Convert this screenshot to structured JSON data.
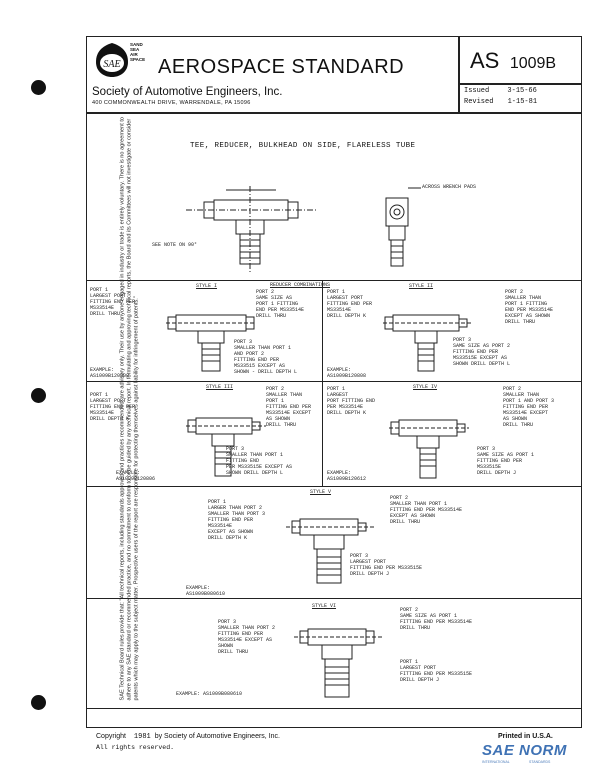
{
  "header": {
    "logo_text": [
      "SAE"
    ],
    "logo_side_lines": [
      "SAND",
      "SEA",
      "AIR",
      "SPACE"
    ],
    "title": "AEROSPACE STANDARD",
    "doc_prefix": "AS",
    "doc_number": "1009B",
    "org_name": "Society of Automotive Engineers, Inc.",
    "address": "400 COMMONWEALTH DRIVE, WARRENDALE, PA  15096",
    "issued_label": "Issued",
    "issued_date": "3-15-66",
    "revised_label": "Revised",
    "revised_date": "1-15-81"
  },
  "side_note": "SAE Technical Board rules provide that: \"All technical reports, including standards approved and practices recommended, are advisory only. Their use by anyone engaged in industry or trade is entirely voluntary. There is no agreement to adhere to any SAE standard or recommended practice, and no commitment to conform to or be guided by any technical report. In formulating and approving technical reports, the Board and its Committees will not investigate or consider patents which may apply to the subject matter. Prospective users of the report are responsible for protecting themselves against liability for infringement of patents.\"",
  "doc_title": "TEE, REDUCER, BULKHEAD ON SIDE, FLARELESS TUBE",
  "top_view": {
    "label_across": "ACROSS WRENCH PADS",
    "label_note": "SEE NOTE ON 90°"
  },
  "reducer_heading": "REDUCER COMBINATIONS",
  "style1": {
    "name": "STYLE I",
    "port1": [
      "PORT 1",
      "LARGEST PORT",
      "FITTING END PER",
      "MS33514E",
      "DRILL THRU"
    ],
    "port2": [
      "PORT 2",
      "SAME SIZE AS",
      "PORT 1 FITTING",
      "END PER MS33514E",
      "DRILL THRU"
    ],
    "port3": [
      "PORT 3",
      "SMALLER THAN PORT 1",
      "AND PORT 2",
      "FITTING END PER",
      "MS33515 EXCEPT AS",
      "SHOWN - DRILL DEPTH L"
    ],
    "example": [
      "EXAMPLE:",
      "AS1009B120808"
    ]
  },
  "style2": {
    "name": "STYLE II",
    "port1": [
      "PORT 1",
      "LARGEST PORT",
      "FITTING END PER",
      "MS33514E",
      "DRILL DEPTH K"
    ],
    "port2": [
      "PORT 2",
      "SMALLER THAN",
      "PORT 1 FITTING",
      "END PER MS33514E",
      "EXCEPT AS SHOWN",
      "DRILL THRU"
    ],
    "port3": [
      "PORT 3",
      "SAME SIZE AS PORT 2",
      "FITTING END PER",
      "MS33515E EXCEPT AS",
      "SHOWN  DRILL DEPTH L"
    ],
    "example": [
      "EXAMPLE:",
      "AS1009B120808"
    ]
  },
  "style3": {
    "name": "STYLE III",
    "port1": [
      "PORT 1",
      "LARGEST PORT",
      "FITTING END PER",
      "MS33514E",
      "DRILL DEPTH K"
    ],
    "port2": [
      "PORT 2",
      "SMALLER THAN",
      "PORT 1",
      "FITTING END PER",
      "MS33514E EXCEPT",
      "AS SHOWN",
      "DRILL THRU"
    ],
    "port3": [
      "PORT 3",
      "SMALLER THAN PORT 1",
      "FITTING END",
      "PER MS33515E EXCEPT AS",
      "SHOWN  DRILL DEPTH L"
    ],
    "example": [
      "EXAMPLE:",
      "AS1009B120806"
    ]
  },
  "style4": {
    "name": "STYLE IV",
    "port1": [
      "PORT 1",
      "LARGEST",
      "PORT FITTING END",
      "PER MS33514E",
      "DRILL DEPTH K"
    ],
    "port2": [
      "PORT 2",
      "SMALLER THAN",
      "PORT 1 AND PORT 3",
      "FITTING END PER",
      "MS33514E EXCEPT",
      "AS SHOWN",
      "DRILL THRU"
    ],
    "port3": [
      "PORT 3",
      "SAME SIZE AS PORT 1",
      "FITTING END PER",
      "MS33515E",
      "DRILL DEPTH J"
    ],
    "example": [
      "EXAMPLE:",
      "AS1009B120612"
    ]
  },
  "style5": {
    "name": "STYLE V",
    "port1": [
      "PORT 1",
      "LARGER THAN PORT 2",
      "SMALLER THAN PORT 3",
      "FITTING END PER",
      "MS33514E",
      "EXCEPT AS SHOWN",
      "DRILL DEPTH K"
    ],
    "port2": [
      "PORT 2",
      "SMALLER THAN PORT 1",
      "FITTING END PER MS33514E",
      "EXCEPT AS SHOWN",
      "DRILL THRU"
    ],
    "port3": [
      "PORT 3",
      "LARGEST PORT",
      "FITTING END PER MS33515E",
      "DRILL DEPTH J"
    ],
    "example": [
      "EXAMPLE:",
      "AS1009B080610"
    ]
  },
  "style6": {
    "name": "STYLE VI",
    "port1": [
      "PORT 1",
      "LARGEST PORT",
      "FITTING END PER MS33515E",
      "DRILL DEPTH J"
    ],
    "port2": [
      "PORT 2",
      "SAME SIZE AS PORT 1",
      "FITTING END PER MS33514E",
      "DRILL THRU"
    ],
    "port3": [
      "PORT 3",
      "SMALLER THAN PORT 2",
      "FITTING END PER",
      "MS33514E EXCEPT AS",
      "SHOWN",
      "DRILL THRU"
    ],
    "example": [
      "EXAMPLE:",
      "AS1009B080610"
    ]
  },
  "footer": {
    "copyright_prefix": "Copyright",
    "copyright_year": "1981",
    "copyright_org": "by Society of Automotive Engineers, Inc.",
    "rights": "All rights reserved.",
    "printed": "Printed in U.S.A.",
    "watermark": "SAE NORM",
    "watermark_sub": "INTERNATIONAL                    STANDARDS"
  },
  "colors": {
    "ink": "#111111",
    "watermark": "#1e5aa8"
  }
}
